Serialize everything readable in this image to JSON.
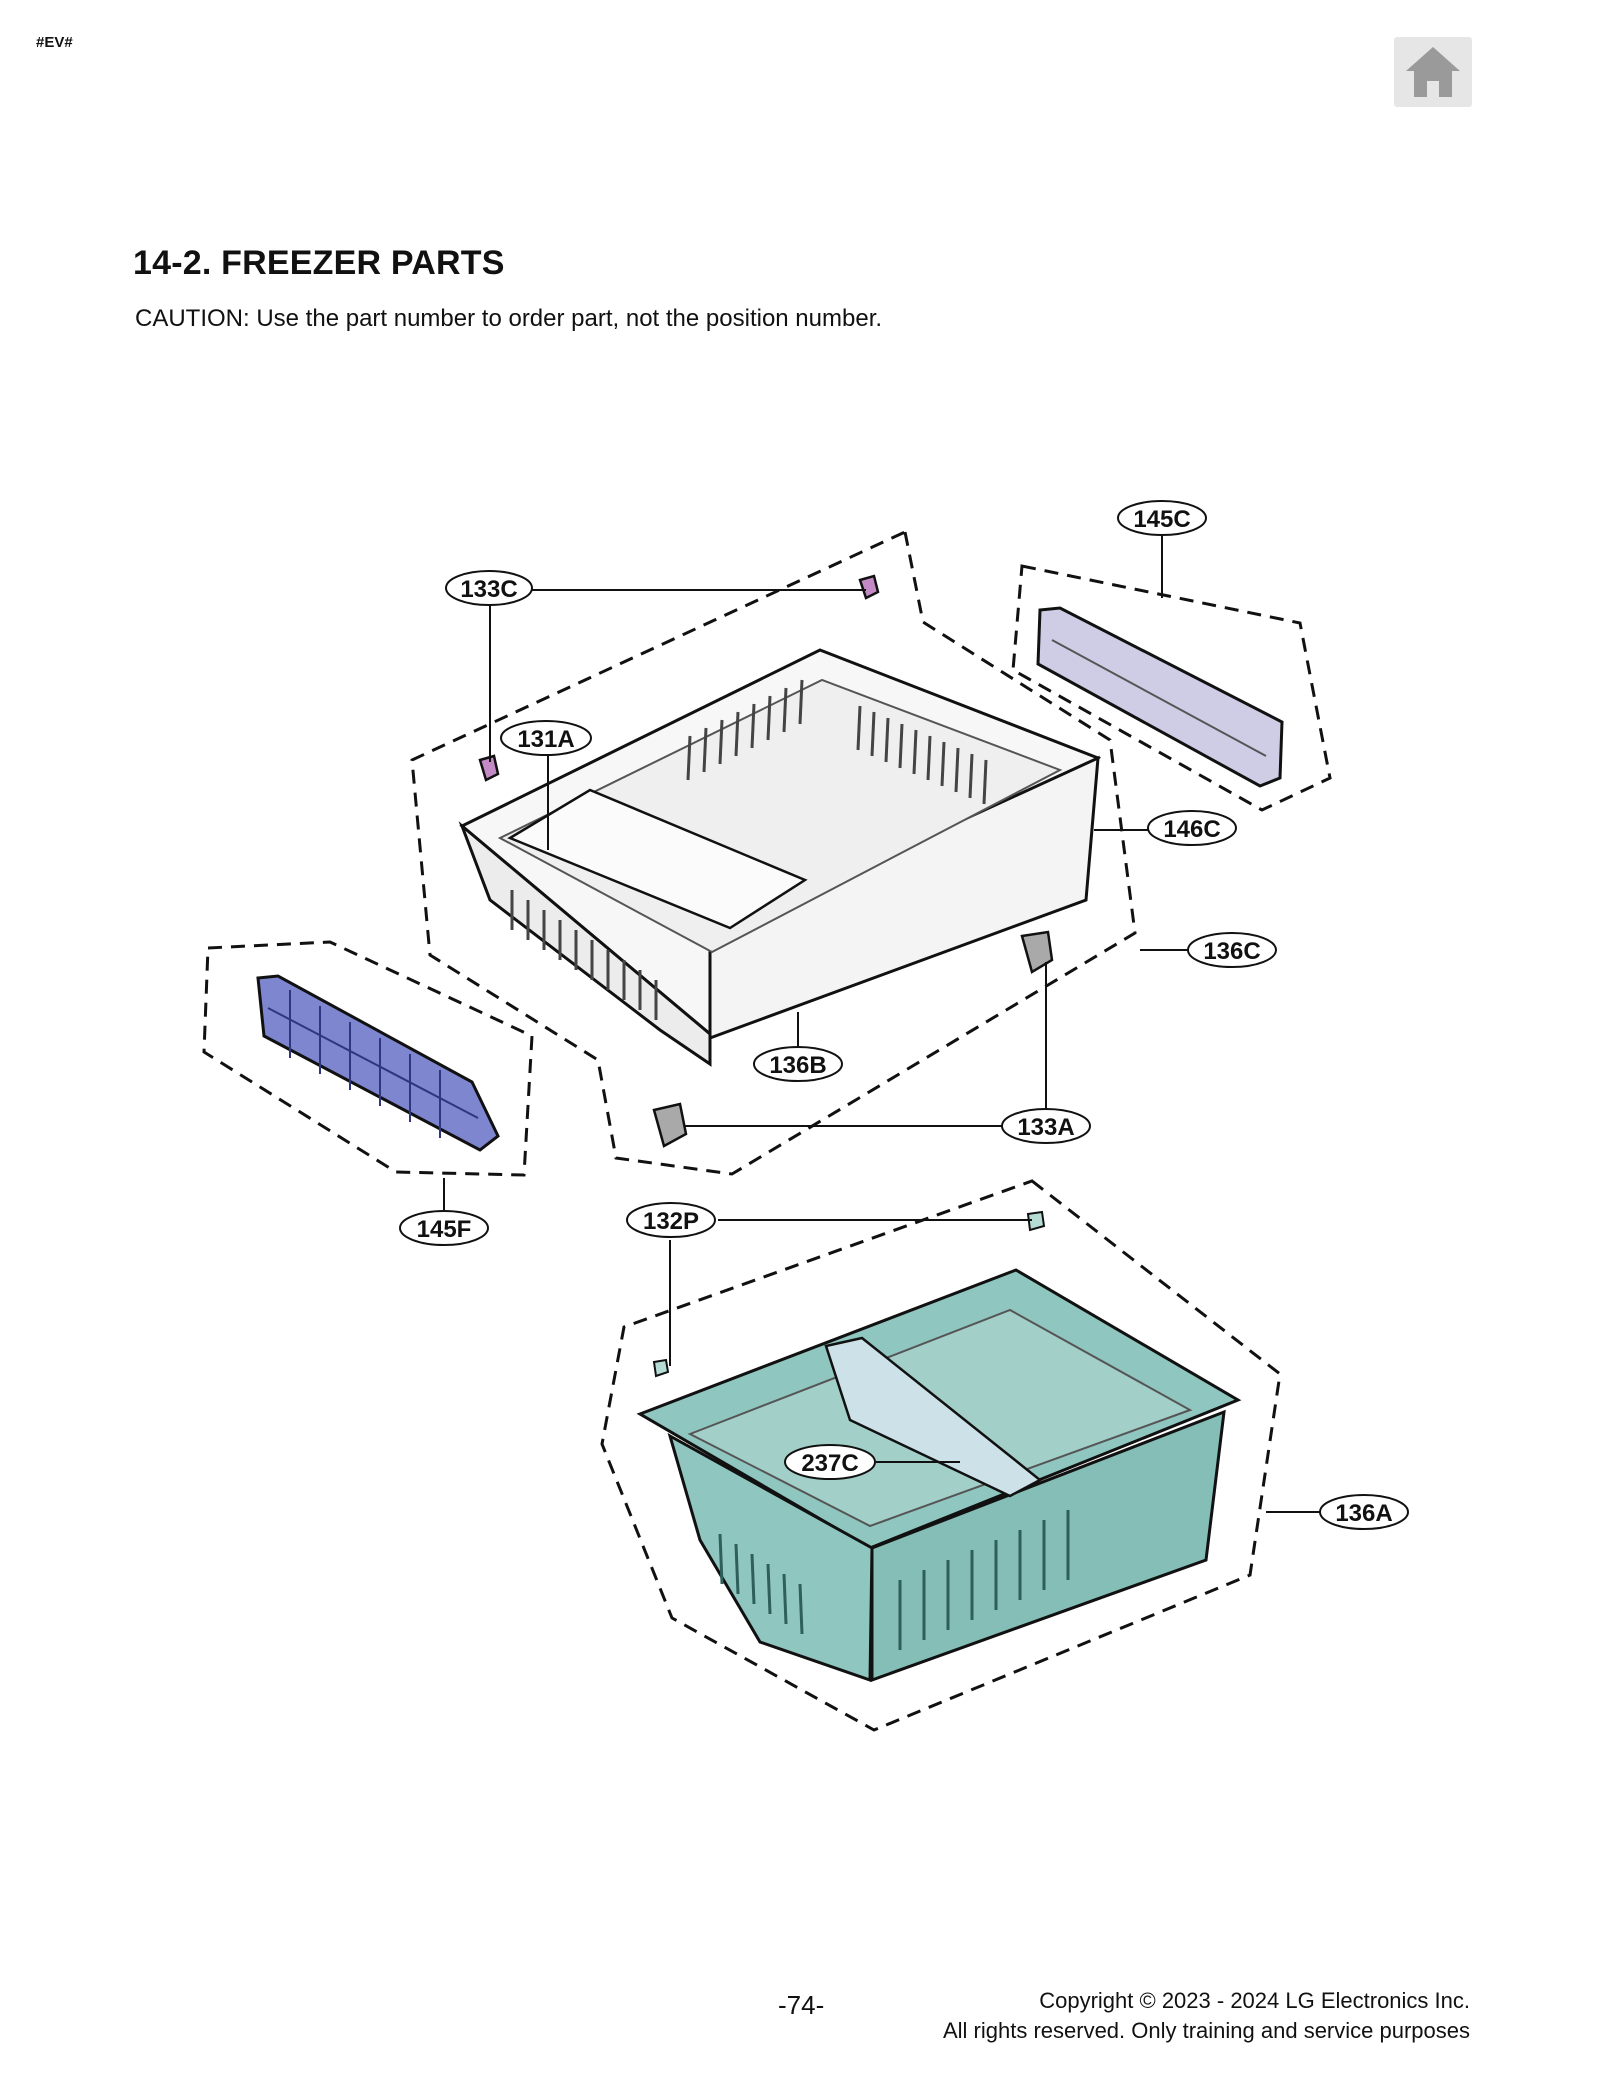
{
  "header": {
    "tag": "#EV#",
    "home_icon": "home-icon"
  },
  "section": {
    "title": "14-2. FREEZER PARTS",
    "caution": "CAUTION: Use the part number to order part, not the position number."
  },
  "diagram": {
    "callouts": [
      "145C",
      "133C",
      "131A",
      "146C",
      "136C",
      "136B",
      "133A",
      "145F",
      "132P",
      "237C",
      "136A"
    ],
    "colors": {
      "upper_drawer": "#f7f7f7",
      "divider_145C": "#cfcde6",
      "rail_145F": "#7e86cf",
      "lower_basket": "#8fc6bf",
      "divider_237C": "#cde2e8",
      "stopper_133C": "#c48ac6",
      "holder_133A": "#a9a9a9"
    }
  },
  "footer": {
    "page": "-74-",
    "copyright": "Copyright © 2023 - 2024 LG Electronics Inc.",
    "rights": "All rights reserved. Only training and service purposes"
  }
}
